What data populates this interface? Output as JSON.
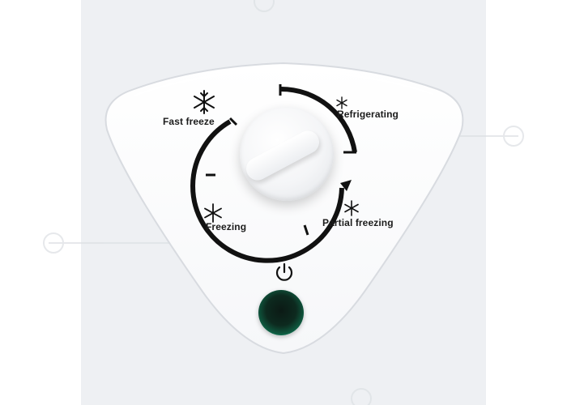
{
  "dial": {
    "labels": {
      "fast_freeze": "Fast freeze",
      "refrigerating": "Refrigerating",
      "freezing": "Freezing",
      "partial_freezing": "Partial freezing"
    }
  },
  "icons": {
    "large_snowflake": "snowflake-icon",
    "small_snowflake": "snowflake-icon",
    "power": "power-icon"
  },
  "colors": {
    "panel": "#ffffff",
    "background": "#f1f2f4",
    "text": "#1c1c1c",
    "indicator_ring": "#11a57a"
  }
}
